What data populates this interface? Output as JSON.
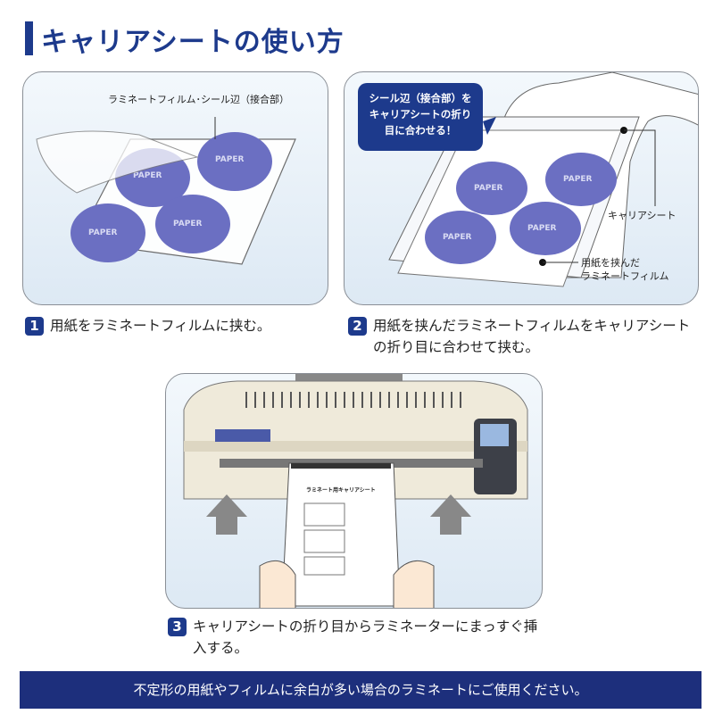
{
  "title": "キャリアシートの使い方",
  "panel1": {
    "label": "ラミネートフィルム･シール辺（接合部）",
    "paper_text": "PAPER"
  },
  "panel2": {
    "callout": "シール辺（接合部）をキャリアシートの折り目に合わせる！",
    "label_carrier": "キャリアシート",
    "label_film_l1": "用紙を挟んだ",
    "label_film_l2": "ラミネートフィルム",
    "paper_text": "PAPER"
  },
  "panel3": {
    "sheet_title": "ラミネート用キャリアシート"
  },
  "steps": [
    {
      "number": "1",
      "text": "用紙をラミネートフィルムに挟む。"
    },
    {
      "number": "2",
      "text": "用紙を挟んだラミネートフィルムをキャリアシートの折り目に合わせて挟む。"
    },
    {
      "number": "3",
      "text": "キャリアシートの折り目からラミネーターにまっすぐ挿入する。"
    }
  ],
  "banner": "不定形の用紙やフィルムに余白が多い場合のラミネートにご使用ください。",
  "colors": {
    "navy": "#1d3a8c",
    "paper_purple": "#6b6fc2",
    "panel_bg": "#e3eef7"
  }
}
